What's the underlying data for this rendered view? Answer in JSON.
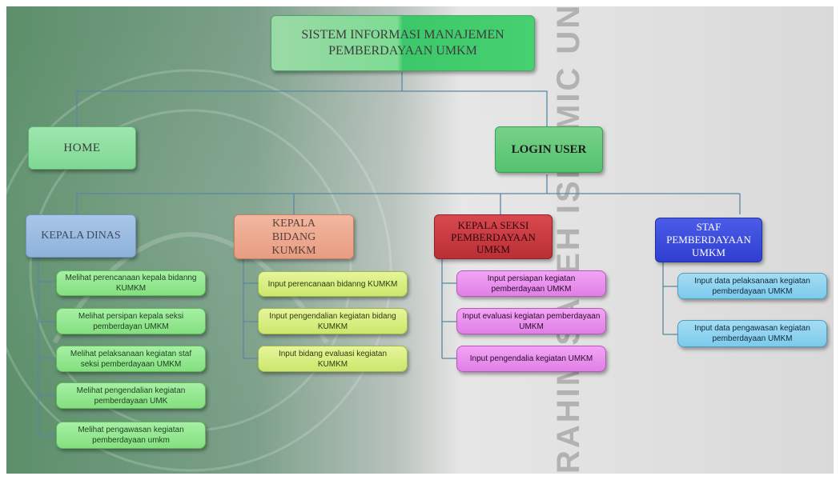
{
  "root": {
    "line1": "SISTEM INFORMASI MANAJEMEN",
    "line2": "PEMBERDAYAAN UMKM"
  },
  "home": "HOME",
  "login": "LOGIN USER",
  "roles": [
    {
      "label": "KEPALA DINAS",
      "tasks": [
        "Melihat perencanaan kepala bidanng KUMKM",
        "Melihat persipan kepala seksi pemberdayan UMKM",
        "Melihat pelaksanaan kegiatan staf seksi pemberdayaan UMKM",
        "Melihat pengendalian kegiatan pemberdayaan UMK",
        "Melihat pengawasan kegiatan pemberdayaan umkm"
      ]
    },
    {
      "label": "KEPALA BIDANG KUMKM",
      "tasks": [
        "Input perencanaan bidanng KUMKM",
        "Input pengendalian kegiatan bidang KUMKM",
        "Input bidang evaluasi kegiatan KUMKM"
      ]
    },
    {
      "label": "KEPALA SEKSI PEMBERDAYAAN UMKM",
      "tasks": [
        "Input persiapan kegiatan pemberdayaan UMKM",
        "Input evaluasi kegiatan pemberdayaan UMKM",
        "Input pengendalia kegiatan UMKM"
      ]
    },
    {
      "label": "STAF PEMBERDAYAAN UMKM",
      "tasks": [
        "Input data pelaksanaan kegiatan pemberdayaan UMKM",
        "Input data pengawasan kegiatan pemberdayaan UMKM"
      ]
    }
  ],
  "watermark": "RAHIM SALEH ISLAMIC UNIV",
  "colors": {
    "connector": "#5a87a0",
    "green_node": "#7fd894",
    "blue_role": "#8db2db",
    "peach_role": "#e89d82",
    "red_role": "#b92f35",
    "navy_role": "#2f3ed0",
    "green_leaf": "#84e07f",
    "lime_leaf": "#cbe76d",
    "pink_leaf": "#e07fe6",
    "sky_leaf": "#7ccaec"
  }
}
